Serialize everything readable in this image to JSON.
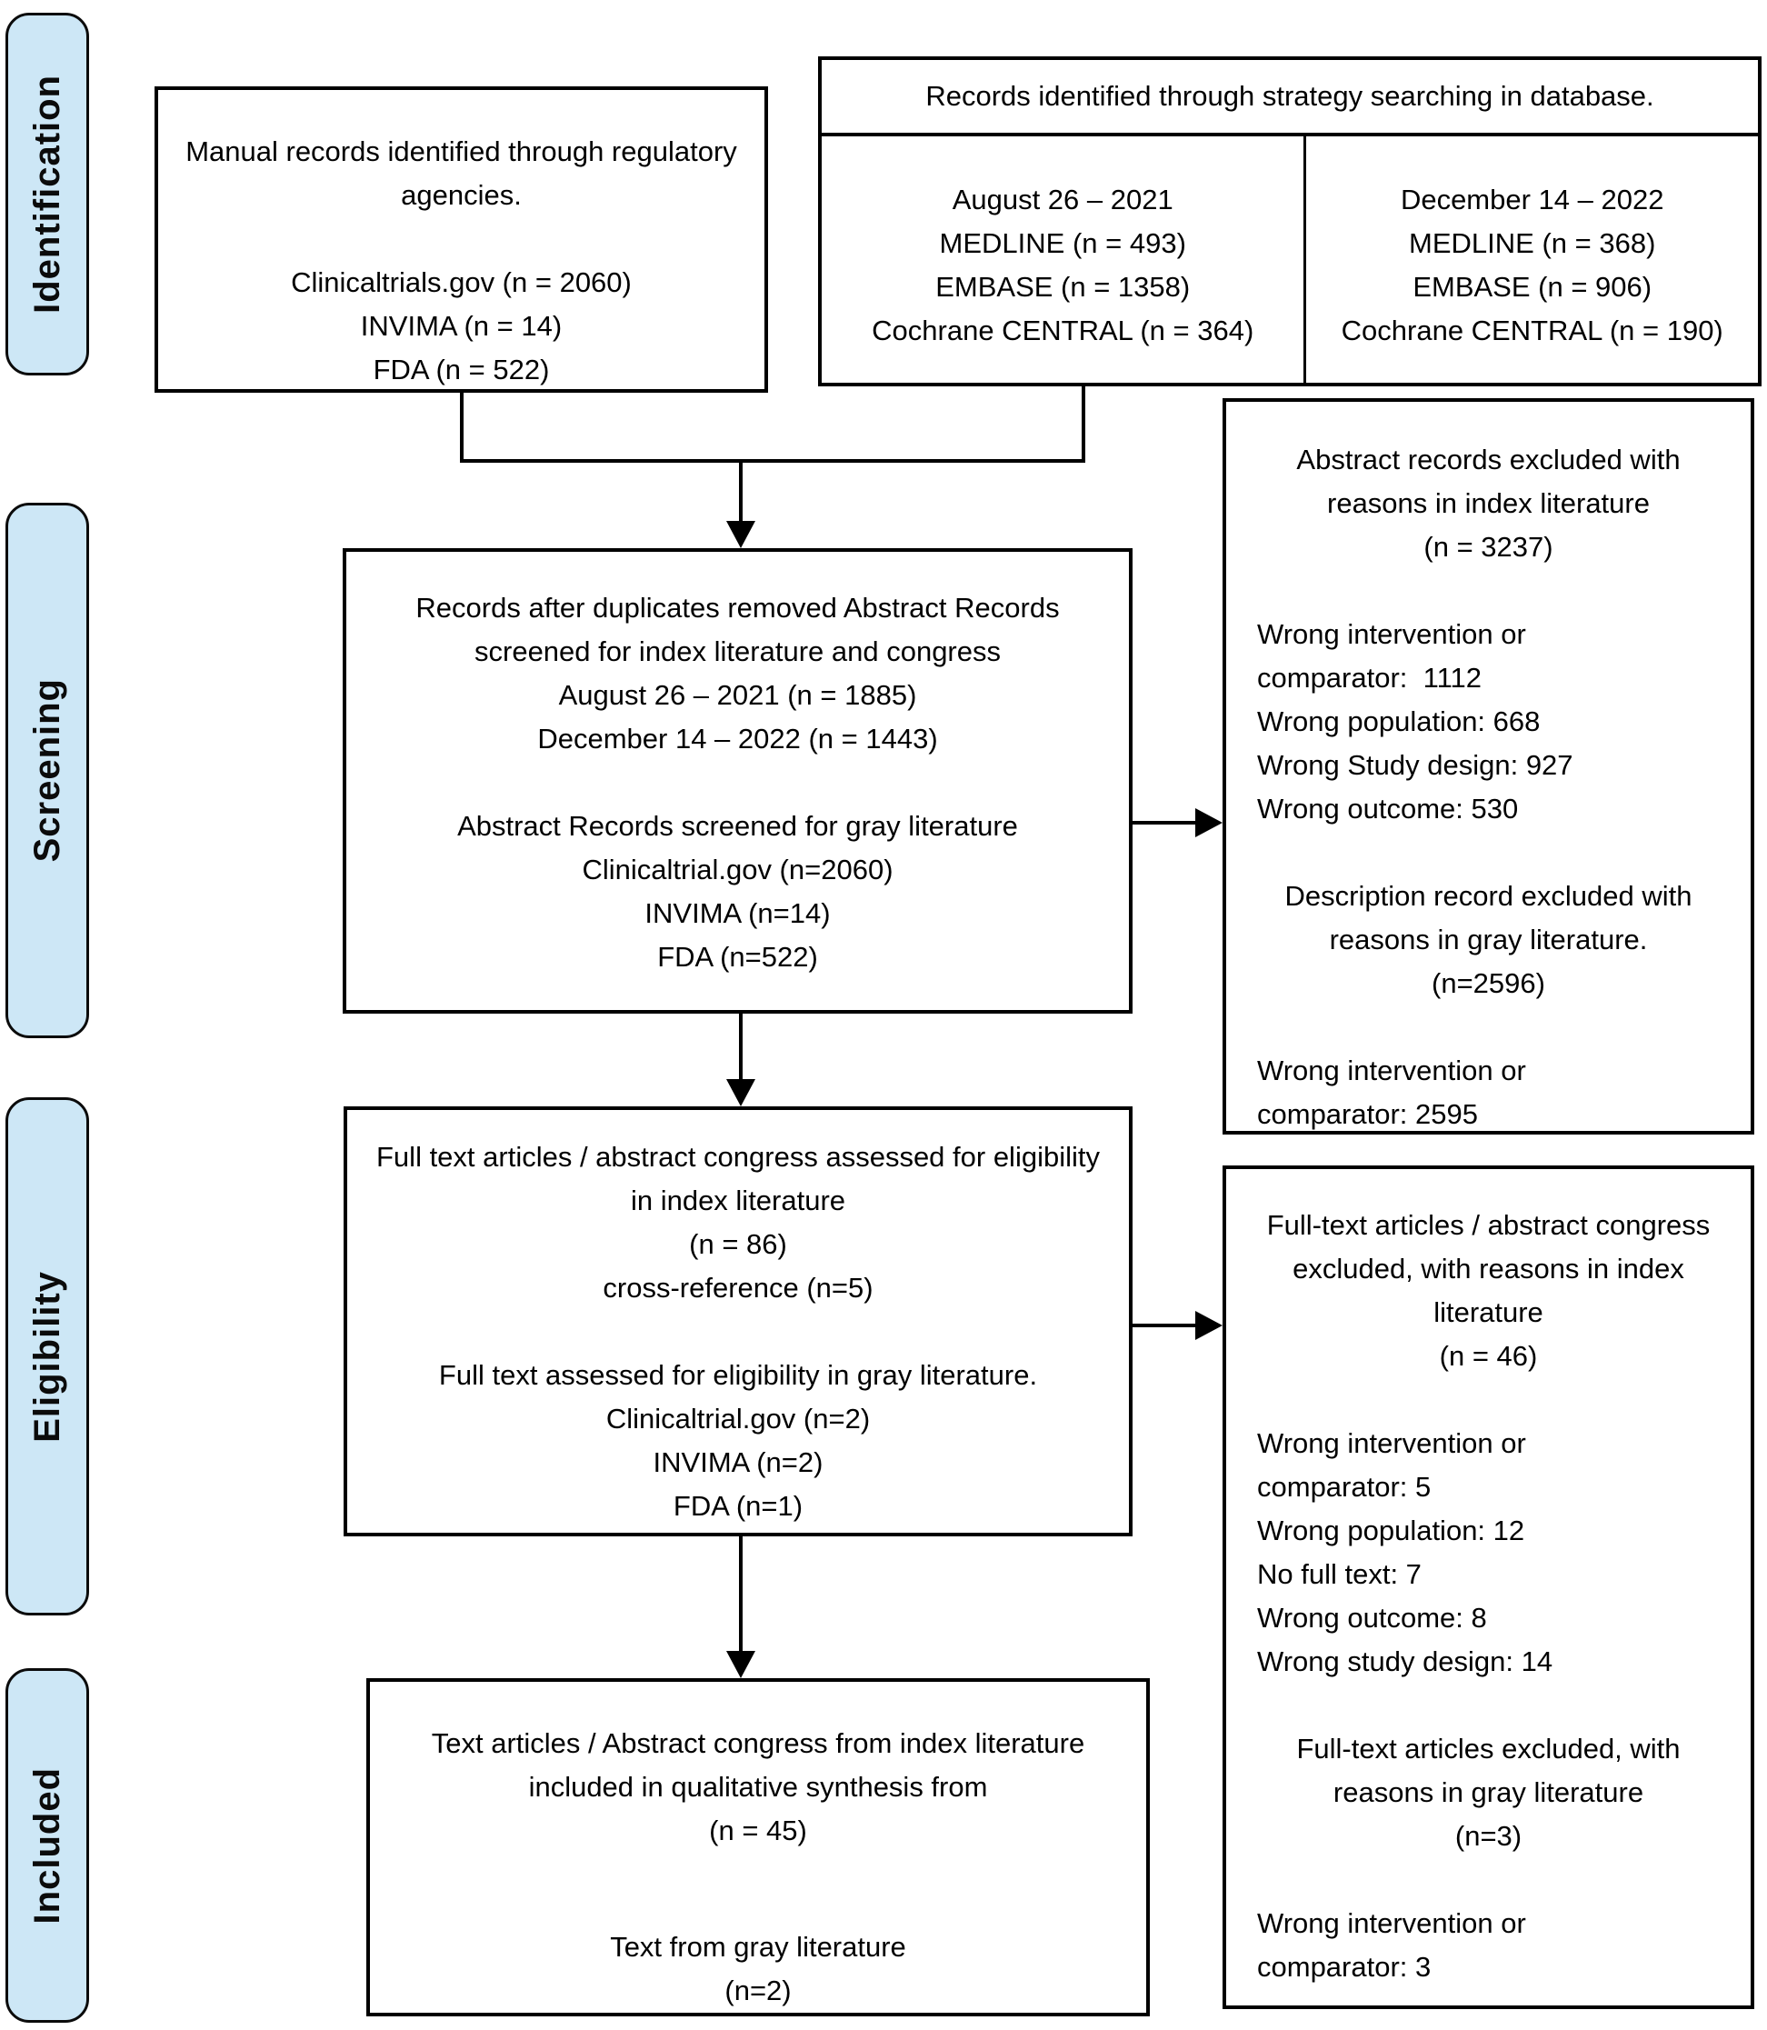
{
  "colors": {
    "stage_fill": "#cde7f6",
    "border": "#000000",
    "background": "#ffffff"
  },
  "stages": {
    "identification": "Identification",
    "screening": "Screening",
    "eligibility": "Eligibility",
    "included": "Included"
  },
  "boxes": {
    "manual": {
      "title": "Manual records identified through regulatory agencies.",
      "lines": [
        "Clinicaltrials.gov (n = 2060)",
        "INVIMA (n = 14)",
        "FDA (n = 522)"
      ]
    },
    "database": {
      "header": "Records identified through strategy searching in database.",
      "col_2021": [
        "August 26 – 2021",
        "MEDLINE (n = 493)",
        "EMBASE (n = 1358)",
        "Cochrane CENTRAL (n = 364)"
      ],
      "col_2022": [
        "December 14 – 2022",
        "MEDLINE (n = 368)",
        "EMBASE (n = 906)",
        "Cochrane CENTRAL (n = 190)"
      ]
    },
    "screening": {
      "para1": "Records after duplicates removed Abstract Records screened for index literature and congress",
      "lines1": [
        "August 26 – 2021 (n = 1885)",
        "December 14 – 2022 (n = 1443)"
      ],
      "para2": "Abstract Records screened for gray literature",
      "lines2": [
        "Clinicaltrial.gov (n=2060)",
        "INVIMA (n=14)",
        "FDA (n=522)"
      ]
    },
    "screening_excluded": {
      "heading1": "Abstract records excluded with reasons in index literature",
      "count1": "(n = 3237)",
      "reasons1": "Wrong intervention or\ncomparator:  1112\nWrong population: 668\nWrong Study design: 927\nWrong outcome: 530",
      "heading2": "Description record excluded with reasons in gray literature.",
      "count2": "(n=2596)",
      "reasons2": "Wrong intervention or\ncomparator: 2595"
    },
    "eligibility": {
      "para1": "Full text articles / abstract congress assessed for eligibility in index literature",
      "count1": "(n = 86)",
      "line1": "cross-reference (n=5)",
      "para2": "Full text assessed for eligibility in gray literature.",
      "lines2": [
        "Clinicaltrial.gov (n=2)",
        "INVIMA (n=2)",
        "FDA (n=1)"
      ]
    },
    "eligibility_excluded": {
      "heading1": "Full-text articles / abstract congress excluded, with reasons in index literature",
      "count1": "(n = 46)",
      "reasons1": "Wrong intervention or\ncomparator: 5\nWrong population: 12\nNo full text: 7\nWrong outcome: 8\nWrong study design: 14",
      "heading2": "Full-text articles excluded, with reasons in gray literature",
      "count2": "(n=3)",
      "reasons2": "Wrong intervention or\ncomparator: 3"
    },
    "included": {
      "para1": "Text articles / Abstract congress from index literature included in qualitative synthesis from",
      "count1": "(n = 45)",
      "para2": "Text from gray literature",
      "count2": "(n=2)"
    }
  }
}
